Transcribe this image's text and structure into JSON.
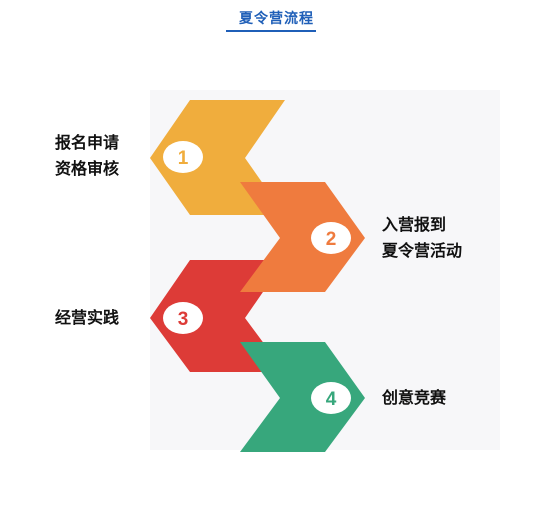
{
  "title": "夏令营流程",
  "colors": {
    "title": "#1f5fb8",
    "step1": "#f0ad3d",
    "step2": "#ef7b3e",
    "step3": "#dd3b37",
    "step4": "#37a77c"
  },
  "steps": [
    {
      "number": "1",
      "lines": [
        "报名申请",
        "资格审核"
      ]
    },
    {
      "number": "2",
      "lines": [
        "入营报到",
        "夏令营活动"
      ]
    },
    {
      "number": "3",
      "lines": [
        "经营实践"
      ]
    },
    {
      "number": "4",
      "lines": [
        "创意竞赛"
      ]
    }
  ]
}
